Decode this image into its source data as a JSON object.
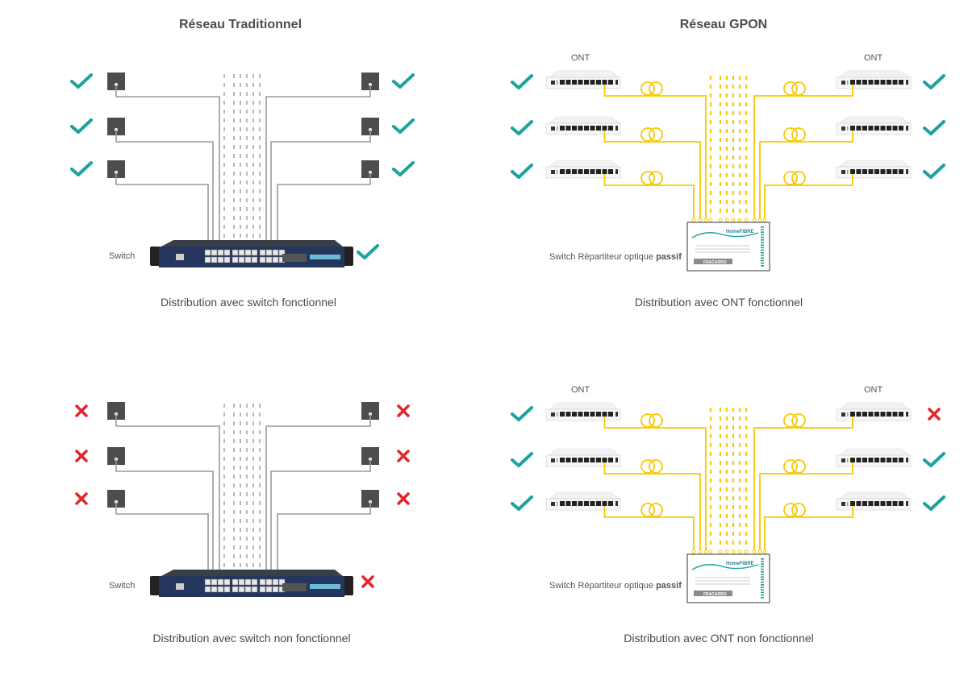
{
  "columns": {
    "traditional": {
      "title": "Réseau Traditionnel"
    },
    "gpon": {
      "title": "Réseau GPON"
    }
  },
  "colors": {
    "ok": "#1ba39c",
    "fail": "#e3262b",
    "copper": "#9a9a9a",
    "fiber": "#f7c900",
    "terminal": "#4d4d4d"
  },
  "panels": [
    {
      "id": "trad-ok",
      "type": "traditional",
      "device_label": "Switch",
      "caption": "Distribution avec switch fonctionnel",
      "terminals_left": [
        "ok",
        "ok",
        "ok"
      ],
      "terminals_right": [
        "ok",
        "ok",
        "ok"
      ],
      "central_status": "ok"
    },
    {
      "id": "gpon-ok",
      "type": "gpon",
      "ont_label": "ONT",
      "device_label_prefix": "Switch Répartiteur optique ",
      "device_label_bold": "passif",
      "caption": "Distribution avec ONT fonctionnel",
      "terminals_left": [
        "ok",
        "ok",
        "ok"
      ],
      "terminals_right": [
        "ok",
        "ok",
        "ok"
      ]
    },
    {
      "id": "trad-fail",
      "type": "traditional",
      "device_label": "Switch",
      "caption": "Distribution avec switch non fonctionnel",
      "terminals_left": [
        "fail",
        "fail",
        "fail"
      ],
      "terminals_right": [
        "fail",
        "fail",
        "fail"
      ],
      "central_status": "fail"
    },
    {
      "id": "gpon-fail",
      "type": "gpon",
      "ont_label": "ONT",
      "device_label_prefix": "Switch Répartiteur optique ",
      "device_label_bold": "passif",
      "caption": "Distribution avec ONT non fonctionnel",
      "terminals_left": [
        "ok",
        "ok",
        "ok"
      ],
      "terminals_right": [
        "fail",
        "ok",
        "ok"
      ]
    }
  ],
  "splitter": {
    "brand": "HomeFIBRE",
    "maker": "FRACARRO"
  },
  "icons": {
    "ok": "check-icon",
    "fail": "cross-icon"
  }
}
